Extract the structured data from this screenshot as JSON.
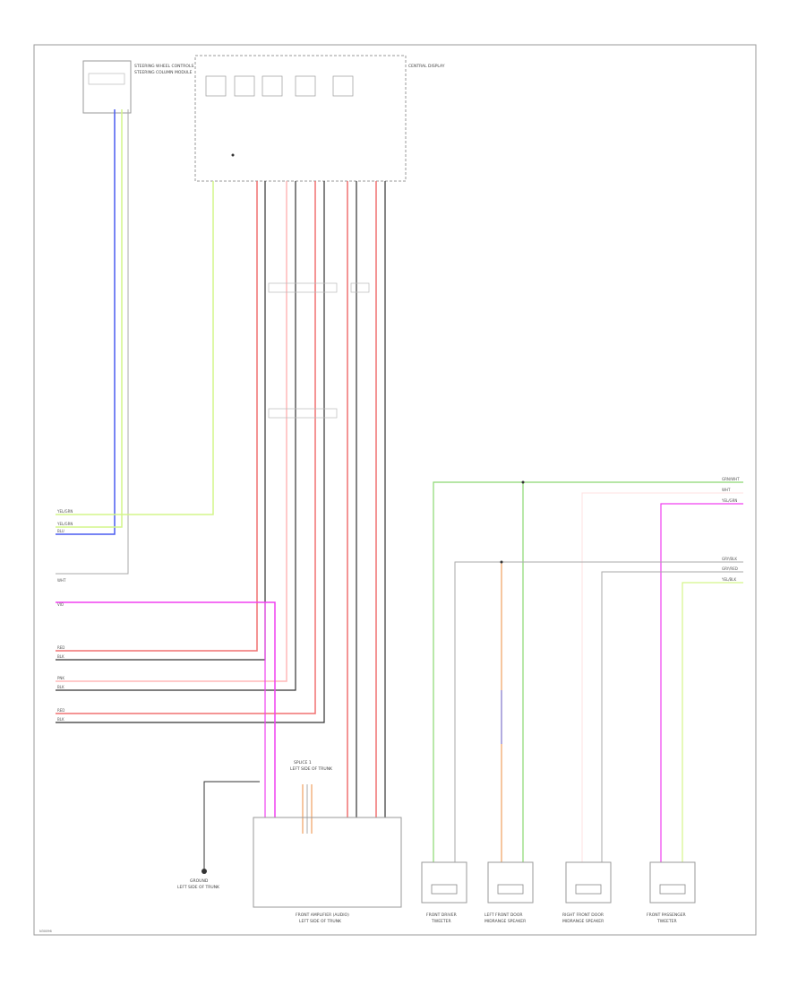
{
  "page_code": "N30096",
  "components": {
    "steering_switch_module": {
      "title": "STEERING WHEEL CONTROLS",
      "subtitle": "STEERING COLUMN MODULE"
    },
    "audio_unit": {
      "title": "CENTRAL DISPLAY"
    },
    "amplifier": {
      "title": "FRONT AMPLIFIER (AUDIO)",
      "subtitle": "LEFT SIDE OF TRUNK"
    },
    "ground": {
      "title": "GROUND",
      "subtitle": "LEFT SIDE OF TRUNK"
    },
    "ground_junction": {
      "title": "SPLICE 1",
      "subtitle": "LEFT SIDE OF TRUNK"
    },
    "spk_front_driver": {
      "title": "FRONT DRIVER",
      "subtitle": "TWEETER"
    },
    "spk_left_door": {
      "title": "LEFT FRONT DOOR",
      "subtitle": "MIDRANGE SPEAKER"
    },
    "spk_right_door": {
      "title": "RIGHT FRONT DOOR",
      "subtitle": "MIDRANGE SPEAKER"
    },
    "spk_front_passenger": {
      "title": "FRONT PASSENGER",
      "subtitle": "TWEETER"
    }
  },
  "wire_colors": {
    "blue": "#4a5cf0",
    "yellow_green": "#d4f58a",
    "red": "#f07070",
    "pink": "#ffb8b8",
    "black": "#333333",
    "magenta": "#f040f0",
    "gray": "#aaaaaa",
    "green": "#8ad870",
    "orange": "#f0a060",
    "violet": "#8080e0",
    "border": "#9a9a9a"
  },
  "wire_labels": {
    "left_top": [
      "YEL/GRN",
      "YEL/GRN",
      "BLU"
    ],
    "left_mid": [
      "WHT",
      "VIO"
    ],
    "left_group_a": [
      "RED",
      "BLK"
    ],
    "left_group_b": [
      "PNK",
      "BLK"
    ],
    "left_group_c": [
      "RED",
      "BLK"
    ],
    "right_top": [
      "GRN/WHT",
      "WHT",
      "YEL/GRN"
    ],
    "right_mid": [
      "GRY/BLK",
      "GRY/RED",
      "YEL/BLK"
    ]
  }
}
